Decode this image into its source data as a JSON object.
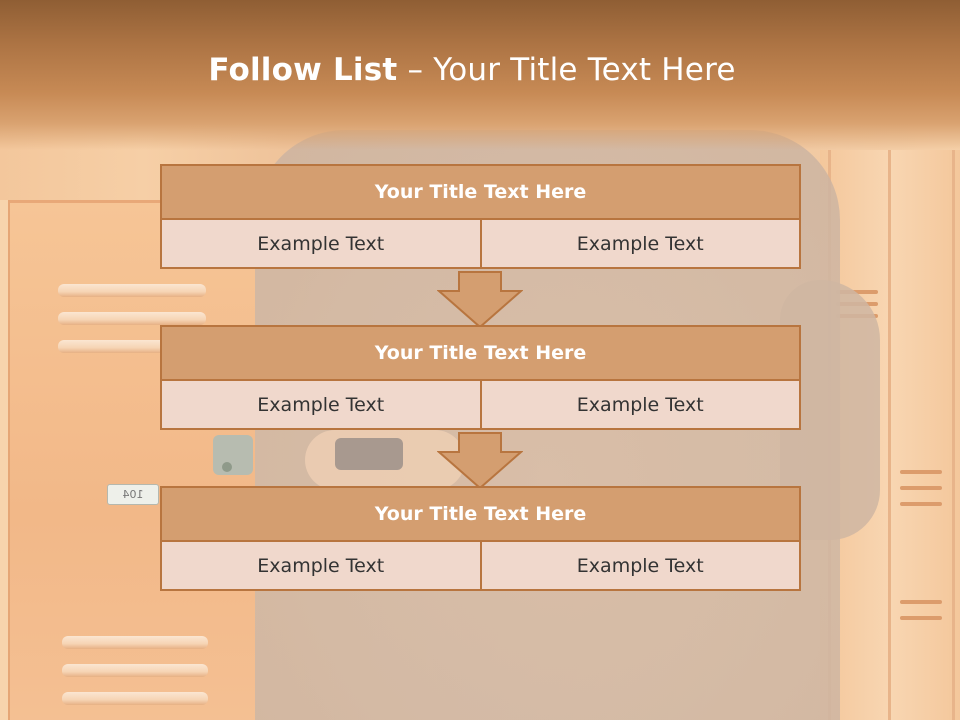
{
  "slide": {
    "title_bold": "Follow List",
    "title_rest": " – Your Title Text Here"
  },
  "photo": {
    "locker_number": "104"
  },
  "follow_list": {
    "blocks": [
      {
        "title": "Your Title Text Here",
        "left": "Example Text",
        "right": "Example Text"
      },
      {
        "title": "Your Title Text Here",
        "left": "Example Text",
        "right": "Example Text"
      },
      {
        "title": "Your Title Text Here",
        "left": "Example Text",
        "right": "Example Text"
      }
    ]
  },
  "colors": {
    "header_dark": "#8f5e34",
    "block_title_fill": "#d49e70",
    "block_border": "#b8753f",
    "cell_fill": "#f0d8cc",
    "arrow_fill": "#d49e70"
  }
}
